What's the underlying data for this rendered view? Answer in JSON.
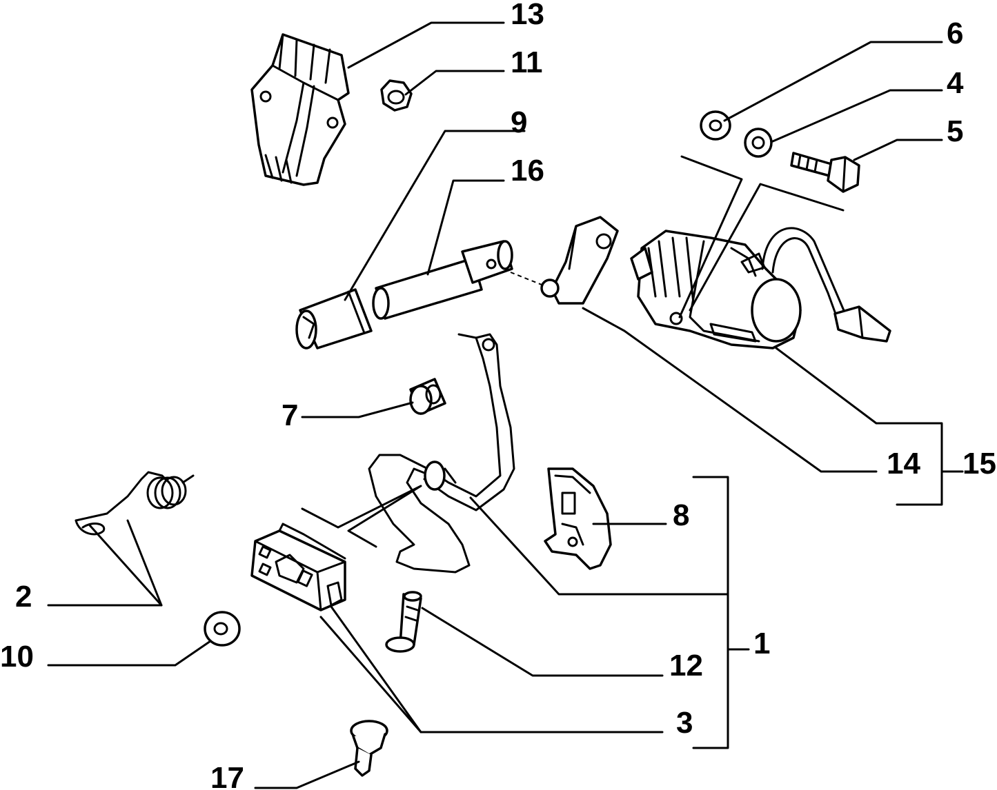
{
  "labels": {
    "l1": "1",
    "l2": "2",
    "l3": "3",
    "l4": "4",
    "l5": "5",
    "l6": "6",
    "l7": "7",
    "l8": "8",
    "l9": "9",
    "l10": "10",
    "l11": "11",
    "l12": "12",
    "l13": "13",
    "l14": "14",
    "l15": "15",
    "l16": "16",
    "l17": "17"
  },
  "colors": {
    "ink": "#000000",
    "paper": "#ffffff"
  }
}
